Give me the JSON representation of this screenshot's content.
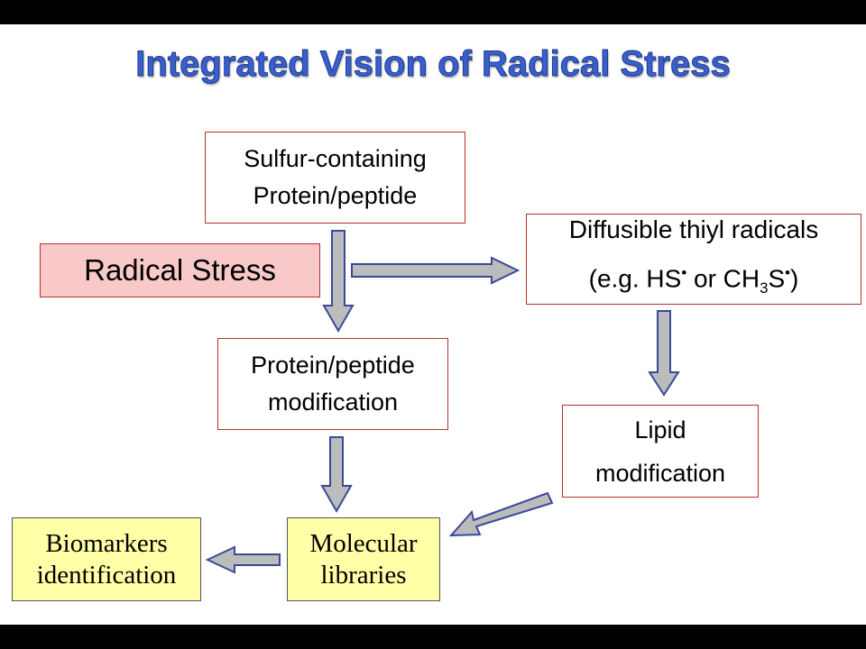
{
  "title": "Integrated Vision of Radical Stress",
  "nodes": {
    "sulfur": {
      "line1": "Sulfur-containing",
      "line2": "Protein/peptide"
    },
    "radical_stress": {
      "label": "Radical Stress"
    },
    "thiyl": {
      "line1": "Diffusible thiyl radicals",
      "line2_prefix": "(e.g. HS",
      "dot": "•",
      "line2_mid": " or CH",
      "sub3": "3",
      "line2_s": "S",
      "line2_suffix": ")"
    },
    "protein_mod": {
      "line1": "Protein/peptide",
      "line2": "modification"
    },
    "lipid": {
      "line1": "Lipid",
      "line2": "modification"
    },
    "libraries": {
      "line1": "Molecular",
      "line2": "libraries"
    },
    "biomarkers": {
      "line1": "Biomarkers",
      "line2": "identification"
    }
  },
  "colors": {
    "title": "#3a5fcd",
    "box_border": "#b5322d",
    "radical_fill": "#f9c9c9",
    "yellow_fill": "#ffffa8",
    "arrow_fill": "#bcbcbc",
    "arrow_stroke": "#3a4a9a"
  }
}
